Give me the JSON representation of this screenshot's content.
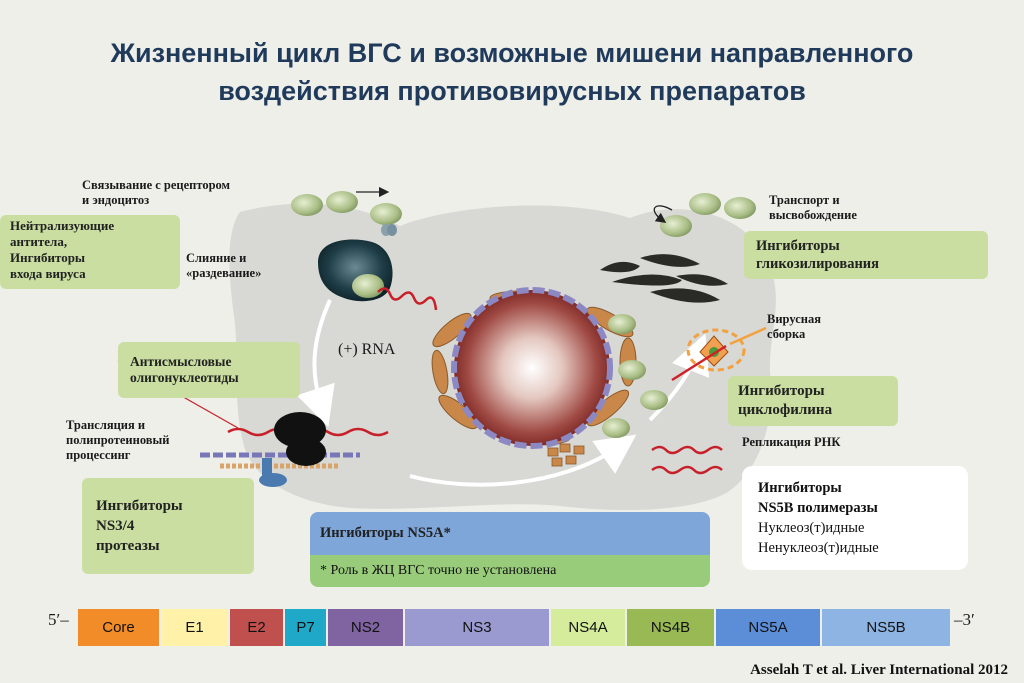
{
  "title": {
    "line1": "Жизненный цикл ВГС и возможные мишени направленного",
    "line2": "воздействия противовирусных препаратов"
  },
  "labels": {
    "binding": [
      "Связывание с рецептором",
      "и эндоцитоз"
    ],
    "fusion": [
      "Слияние и",
      "«раздевание»"
    ],
    "rna": "(+) RNA",
    "translation": [
      "Трансляция и",
      "полипротеиновый",
      "процессинг"
    ],
    "transport": [
      "Транспорт и",
      "высвобождение"
    ],
    "assembly": [
      "Вирусная",
      "сборка"
    ],
    "replication": "Репликация РНК"
  },
  "boxes": {
    "neutralizing": [
      "Нейтрализующие",
      "антитела,",
      "Ингибиторы",
      "входа вируса"
    ],
    "antisense": [
      "Антисмысловые",
      "олигонуклеотиды"
    ],
    "ns34": [
      "Ингибиторы",
      "NS3/4",
      "протеазы"
    ],
    "glyco": [
      "Ингибиторы",
      "гликозилирования"
    ],
    "cyclophilin": [
      "Ингибиторы",
      "циклофилина"
    ],
    "ns5a": {
      "title": "Ингибиторы NS5A*",
      "note": "* Роль в ЖЦ ВГС точно не установлена"
    },
    "ns5b": {
      "line1": "Ингибиторы",
      "line2": "NS5B полимеразы",
      "line3": "Нуклеоз(т)идные",
      "line4": "Ненуклеоз(т)идные"
    }
  },
  "genome": {
    "prefix": "5′–",
    "suffix": "–3′",
    "segments": [
      {
        "label": "Core",
        "color": "#f28c28"
      },
      {
        "label": "E1",
        "color": "#fff2a8"
      },
      {
        "label": "E2",
        "color": "#c0504d"
      },
      {
        "label": "P7",
        "color": "#1fa8c8"
      },
      {
        "label": "NS2",
        "color": "#8064a2"
      },
      {
        "label": "NS3",
        "color": "#9a9ad0"
      },
      {
        "label": "NS4A",
        "color": "#d4ec9c"
      },
      {
        "label": "NS4B",
        "color": "#98b954"
      },
      {
        "label": "NS5A",
        "color": "#5b8ed6"
      },
      {
        "label": "NS5B",
        "color": "#8db4e2"
      }
    ]
  },
  "citation": "Asselah T et al. Liver International 2012"
}
